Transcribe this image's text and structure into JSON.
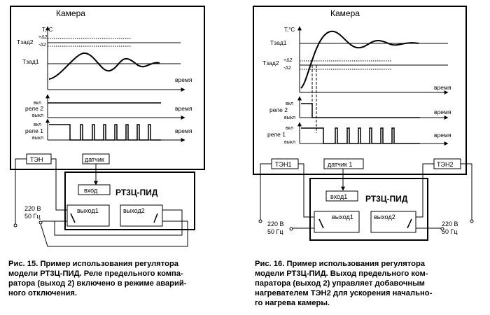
{
  "figures": [
    {
      "id": "fig15",
      "camera_label": "Камера",
      "y_axis_label": "T,°C",
      "setpoint2_label": "Тзад2",
      "plus_delta_label": "+Δ2",
      "minus_delta_label": "-Δ2",
      "setpoint1_label": "Тзад1",
      "time_label": "время",
      "on_label": "вкл",
      "off_label": "выкл",
      "relay2_label": "реле 2",
      "relay1_label": "реле 1",
      "heater_labels": [
        "ТЭН"
      ],
      "sensor_label": "датчик",
      "controller_title": "РТ3Ц-ПИД",
      "input_label": "вход",
      "output1_label": "выход1",
      "output2_label": "выход2",
      "power_voltage": "220 В",
      "power_freq": "50 Гц",
      "caption_lines": [
        "Рис. 15. Пример использования регулятора",
        "модели РТ3Ц-ПИД. Реле предельного компа-",
        "ратора (выход 2) включено в режиме аварий-",
        "ного отключения."
      ]
    },
    {
      "id": "fig16",
      "camera_label": "Камера",
      "y_axis_label": "T,°C",
      "setpoint1_label": "Тзад1",
      "setpoint2_label": "Тзад2",
      "plus_delta_label": "+Δ2",
      "minus_delta_label": "-Δ2",
      "time_label": "время",
      "on_label": "вкл",
      "off_label": "выкл",
      "relay2_label": "реле 2",
      "relay1_label": "реле 1",
      "heater_labels": [
        "ТЭН1",
        "ТЭН2"
      ],
      "sensor_label": "датчик 1",
      "controller_title": "РТ3Ц-ПИД",
      "input_label": "вход1",
      "output1_label": "выход1",
      "output2_label": "выход2",
      "power_voltage": "220 В",
      "power_freq": "50 Гц",
      "caption_lines": [
        "Рис. 16. Пример использования регулятора",
        "модели РТ3Ц-ПИД. Выход предельного ком-",
        "паратора (выход 2) управляет добавочным",
        "нагревателем ТЭН2 для ускорения начально-",
        "го нагрева камеры."
      ]
    }
  ]
}
